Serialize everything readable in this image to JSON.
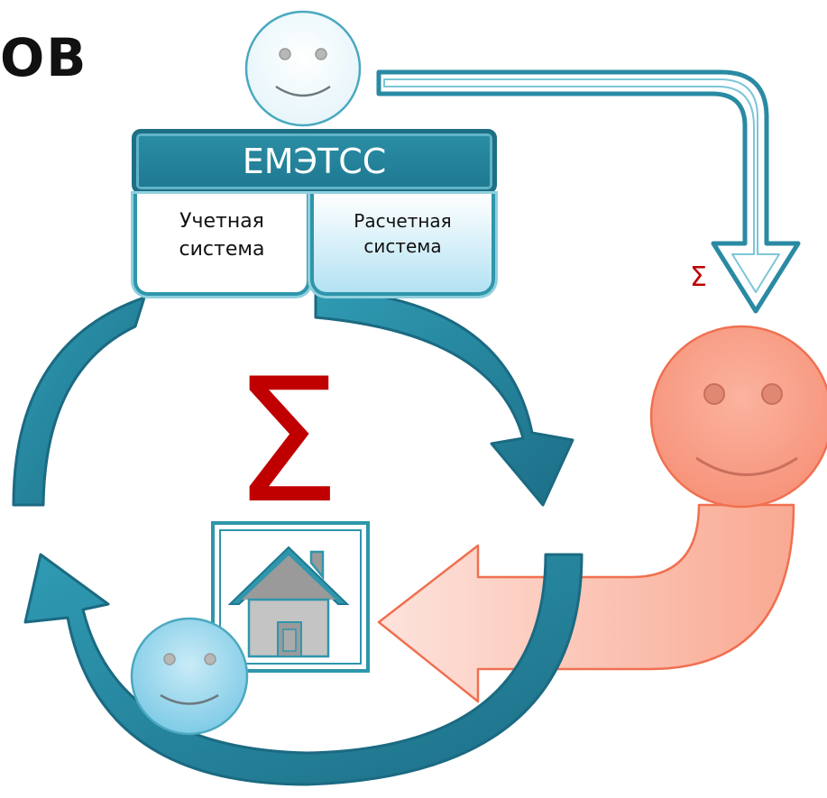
{
  "title_fragment": "ОВ",
  "header": {
    "label": "ЕМЭТСС"
  },
  "subsystems": [
    {
      "label": "Учетная\nсистема"
    },
    {
      "label": "Расчетная\nсистема"
    }
  ],
  "symbols": {
    "sigma_small": "Σ",
    "sigma_large": "Σ"
  },
  "icons": [
    "smiley-face-icon",
    "smiley-face-icon",
    "smiley-face-icon",
    "house-icon"
  ],
  "colors": {
    "teal": "#2b8ea5",
    "teal_dark": "#1e6f86",
    "light_blue": "#a8dcef",
    "salmon": "#f9a08a",
    "salmon_light": "#fbd0c4",
    "salmon_border": "#f07050",
    "sigma_red": "#c00000"
  }
}
